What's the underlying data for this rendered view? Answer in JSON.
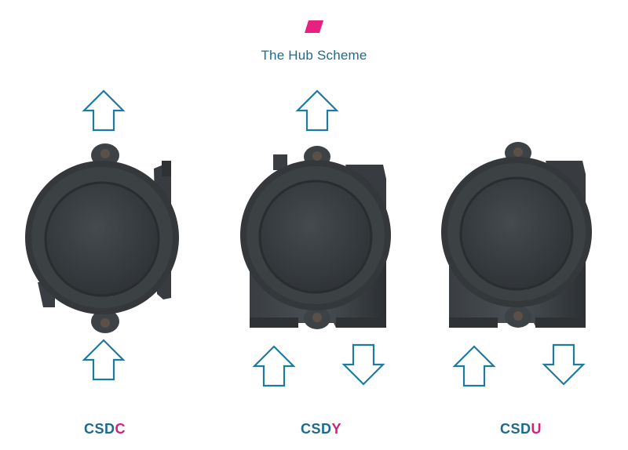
{
  "header": {
    "title": "The Hub Scheme",
    "logo_color": "#e8207f"
  },
  "colors": {
    "arrow_stroke": "#1e7b9e",
    "label_text": "#1d6b8c",
    "label_highlight": "#d41f7d",
    "housing_dark": "#2f3336",
    "housing_face": "#3b4044"
  },
  "variants": [
    {
      "name": "CSDC",
      "prefix": "CSD",
      "suffix": "C",
      "arrows": [
        "up-top",
        "up-bottom-center"
      ]
    },
    {
      "name": "CSDY",
      "prefix": "CSD",
      "suffix": "Y",
      "arrows": [
        "up-top",
        "up-bottom-left",
        "down-bottom-right"
      ]
    },
    {
      "name": "CSDU",
      "prefix": "CSD",
      "suffix": "U",
      "arrows": [
        "up-bottom-left",
        "down-bottom-right"
      ]
    }
  ]
}
